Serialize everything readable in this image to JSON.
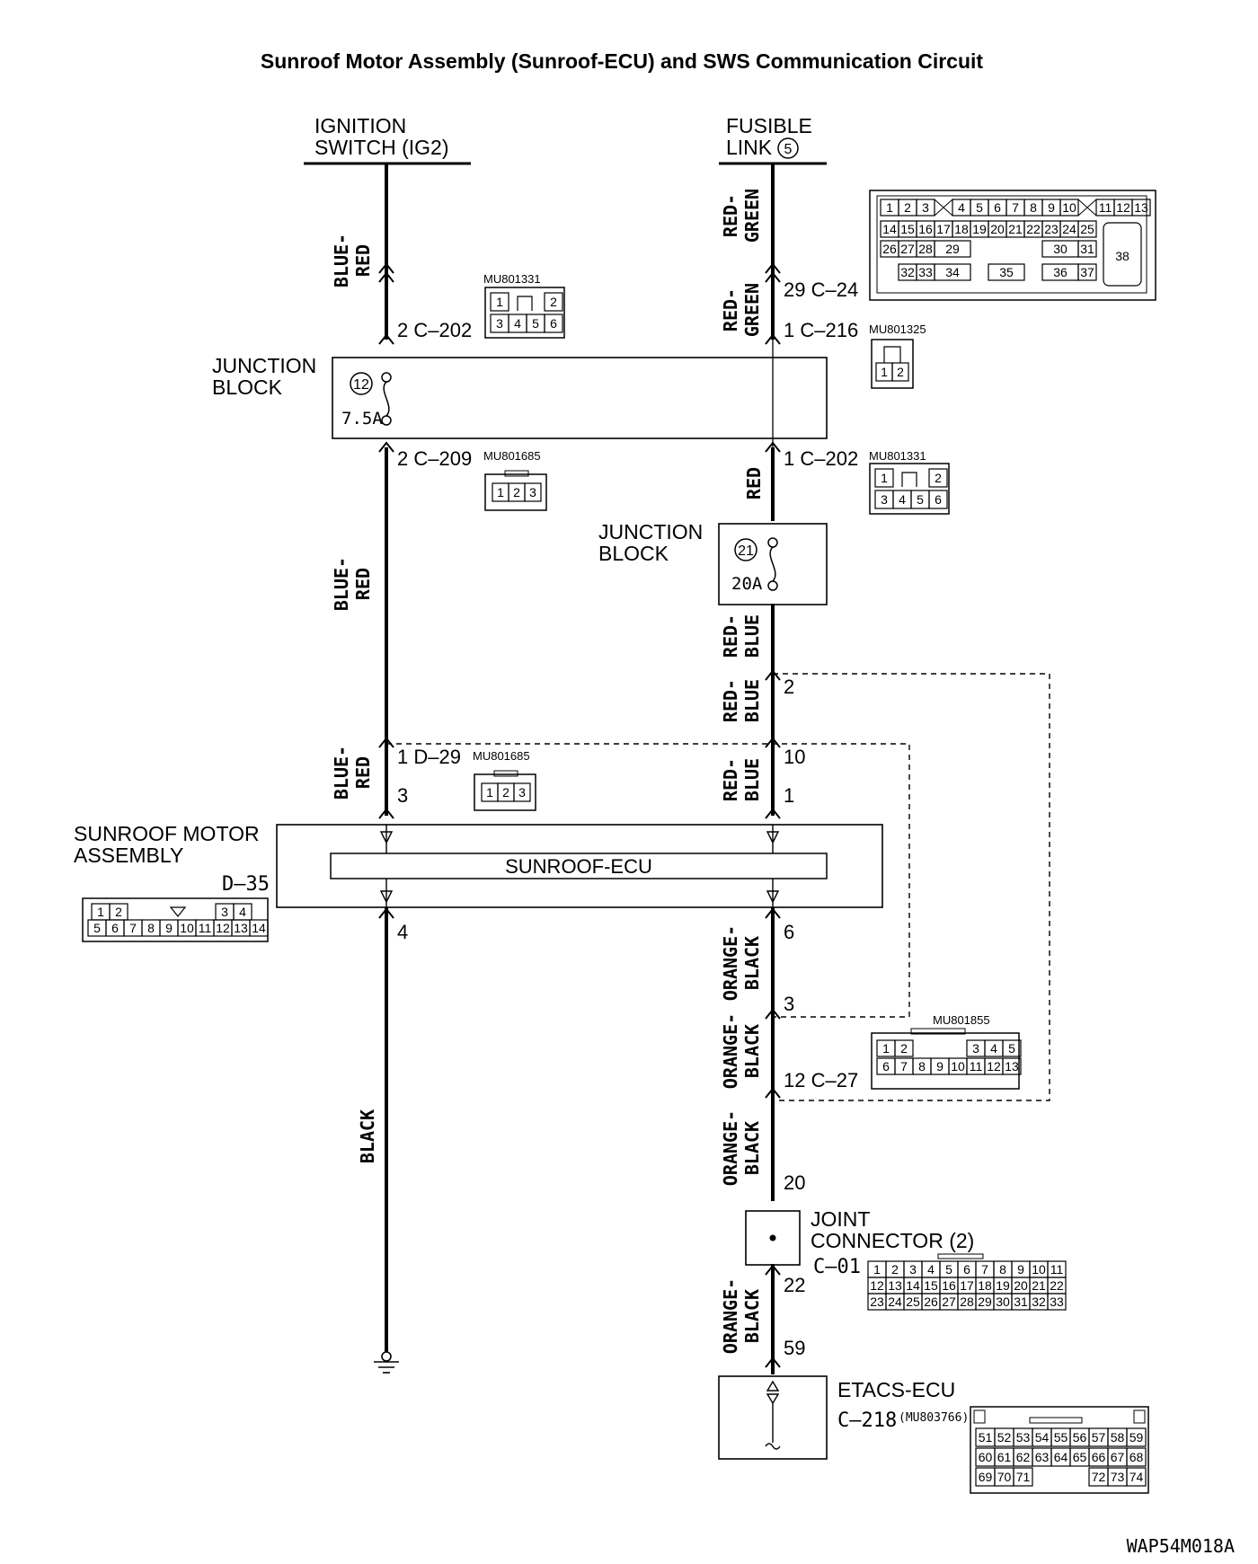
{
  "title": "Sunroof Motor Assembly (Sunroof-ECU) and SWS Communication Circuit",
  "ignition": {
    "line1": "IGNITION",
    "line2": "SWITCH (IG2)"
  },
  "fusible": {
    "line1": "FUSIBLE",
    "line2": "LINK",
    "num": "5"
  },
  "wires": {
    "blue_red_top": [
      "BLUE-",
      "RED"
    ],
    "red_green_top": [
      "RED-",
      "GREEN"
    ],
    "red_green_mid": [
      "RED-",
      "GREEN"
    ],
    "blue_red_mid": [
      "BLUE-",
      "RED"
    ],
    "red": [
      "RED"
    ],
    "red_blue_1": [
      "RED-",
      "BLUE"
    ],
    "red_blue_2": [
      "RED-",
      "BLUE"
    ],
    "blue_red_low": [
      "BLUE-",
      "RED"
    ],
    "red_blue_3": [
      "RED-",
      "BLUE"
    ],
    "orange_black_1": [
      "ORANGE-",
      "BLACK"
    ],
    "orange_black_2": [
      "ORANGE-",
      "BLACK"
    ],
    "orange_black_3": [
      "ORANGE-",
      "BLACK"
    ],
    "orange_black_4": [
      "ORANGE-",
      "BLACK"
    ],
    "black": [
      "BLACK"
    ]
  },
  "pins": {
    "c202_left": "2  C–202",
    "c24": "29  C–24",
    "c216": "1  C–216",
    "c209": "2  C–209",
    "c202_right": "1  C–202",
    "p2": "2",
    "d29": "1  D–29",
    "p10": "10",
    "p3": "3",
    "p1": "1",
    "p4": "4",
    "p6": "6",
    "p3b": "3",
    "c27": "12  C–27",
    "p20": "20",
    "p22": "22",
    "p59": "59"
  },
  "junction1": {
    "line1": "JUNCTION",
    "line2": "BLOCK",
    "fuse_num": "12",
    "amp": "7.5A"
  },
  "junction2": {
    "line1": "JUNCTION",
    "line2": "BLOCK",
    "fuse_num": "21",
    "amp": "20A"
  },
  "motor": {
    "line1": "SUNROOF MOTOR",
    "line2": "ASSEMBLY",
    "ecu": "SUNROOF-ECU",
    "code": "D–35"
  },
  "joint": {
    "line1": "JOINT",
    "line2": "CONNECTOR (2)",
    "code": "C–01"
  },
  "etacs": {
    "name": "ETACS-ECU",
    "code": "C–218",
    "part": "(MU803766)"
  },
  "parts": {
    "mu801331_a": "MU801331",
    "mu801325": "MU801325",
    "mu801685_a": "MU801685",
    "mu801331_b": "MU801331",
    "mu801685_b": "MU801685",
    "mu801855": "MU801855"
  },
  "connectors": {
    "c24_r1": [
      "1",
      "2",
      "3",
      "4",
      "5",
      "6",
      "7",
      "8",
      "9",
      "10",
      "11",
      "12",
      "13"
    ],
    "c24_r2": [
      "14",
      "15",
      "16",
      "17",
      "18",
      "19",
      "20",
      "21",
      "22",
      "23",
      "24",
      "25"
    ],
    "c24_r3": [
      "26",
      "27",
      "28",
      "29",
      "30",
      "31"
    ],
    "c24_r4": [
      "32",
      "33",
      "34",
      "35",
      "36",
      "37"
    ],
    "c24_big": "38",
    "c202": [
      "1",
      "2",
      "3",
      "4",
      "5",
      "6"
    ],
    "c216": [
      "1",
      "2"
    ],
    "c209": [
      "1",
      "2",
      "3"
    ],
    "d35_r1": [
      "1",
      "2",
      "3",
      "4"
    ],
    "d35_r2": [
      "5",
      "6",
      "7",
      "8",
      "9",
      "10",
      "11",
      "12",
      "13",
      "14"
    ],
    "c27_r1": [
      "1",
      "2",
      "3",
      "4",
      "5"
    ],
    "c27_r2": [
      "6",
      "7",
      "8",
      "9",
      "10",
      "11",
      "12",
      "13"
    ],
    "c01_r1": [
      "1",
      "2",
      "3",
      "4",
      "5",
      "6",
      "7",
      "8",
      "9",
      "10",
      "11"
    ],
    "c01_r2": [
      "12",
      "13",
      "14",
      "15",
      "16",
      "17",
      "18",
      "19",
      "20",
      "21",
      "22"
    ],
    "c01_r3": [
      "23",
      "24",
      "25",
      "26",
      "27",
      "28",
      "29",
      "30",
      "31",
      "32",
      "33"
    ],
    "c218_r1": [
      "51",
      "52",
      "53",
      "54",
      "55",
      "56",
      "57",
      "58",
      "59"
    ],
    "c218_r2": [
      "60",
      "61",
      "62",
      "63",
      "64",
      "65",
      "66",
      "67",
      "68"
    ],
    "c218_r3a": [
      "69",
      "70",
      "71"
    ],
    "c218_r3b": [
      "72",
      "73",
      "74"
    ]
  },
  "footer_code": "WAP54M018A"
}
